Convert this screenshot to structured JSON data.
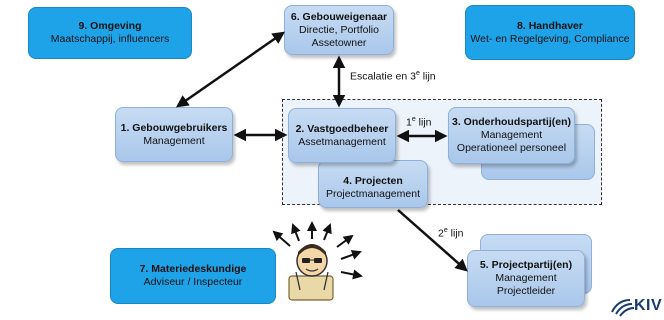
{
  "nodes": {
    "omgeving": {
      "title": "9. Omgeving",
      "subtitle": "Maatschappij, influencers"
    },
    "gebouweigenaar": {
      "title": "6. Gebouweigenaar",
      "subtitle1": "Directie, Portfolio",
      "subtitle2": "Assetowner"
    },
    "handhaver": {
      "title": "8. Handhaver",
      "subtitle": "Wet- en Regelgeving, Compliance"
    },
    "gebouwgebruikers": {
      "title": "1. Gebouwgebruikers",
      "subtitle": "Management"
    },
    "vastgoedbeheer": {
      "title": "2. Vastgoedbeheer",
      "subtitle": "Assetmanagement"
    },
    "onderhoudspartijen": {
      "title": "3. Onderhoudspartij(en)",
      "subtitle1": "Management",
      "subtitle2": "Operationeel personeel"
    },
    "projecten": {
      "title": "4. Projecten",
      "subtitle": "Projectmanagement"
    },
    "materiedeskundige": {
      "title": "7. Materiedeskundige",
      "subtitle": "Adviseur / Inspecteur"
    },
    "projectpartijen": {
      "title": "5. Projectpartij(en)",
      "subtitle1": "Management",
      "subtitle2": "Projectleider"
    }
  },
  "edge_labels": {
    "escalatie_prefix": "Escalatie en 3",
    "escalatie_sup": "e",
    "escalatie_suffix": " lijn",
    "eerste_num": "1",
    "eerste_sup": "e",
    "eerste_suffix": " lijn",
    "tweede_num": "2",
    "tweede_sup": "e",
    "tweede_suffix": " lijn"
  },
  "logo": {
    "text": "KIV"
  },
  "colors": {
    "bright_box": "#1fa3e8",
    "pale_box": "#b8d2ef",
    "arrow": "#111111",
    "logo": "#1a3b6e"
  }
}
